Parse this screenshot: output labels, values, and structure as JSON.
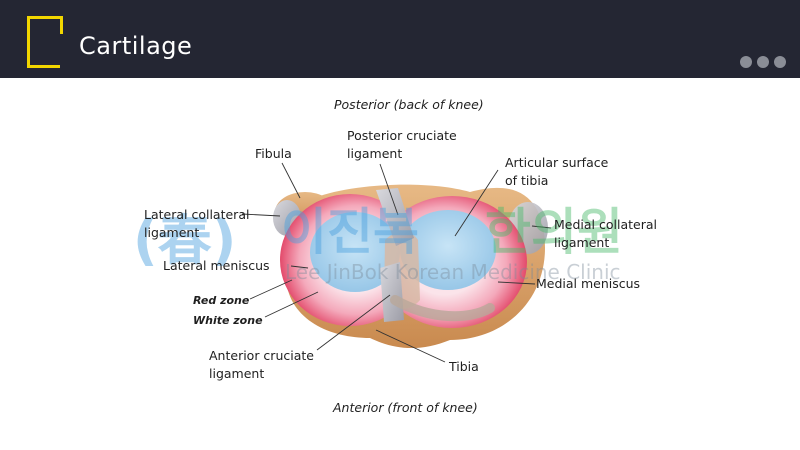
{
  "header": {
    "title": "Cartilage"
  },
  "diagram": {
    "orientation_top": "Posterior (back of knee)",
    "orientation_bottom": "Anterior (front of knee)",
    "labels": {
      "fibula": "Fibula",
      "pcl_1": "Posterior cruciate",
      "pcl_2": "ligament",
      "articular_1": "Articular surface",
      "articular_2": "of tibia",
      "lcl_1": "Lateral collateral",
      "lcl_2": "ligament",
      "mcl_1": "Medial collateral",
      "mcl_2": "ligament",
      "lateral_meniscus": "Lateral meniscus",
      "medial_meniscus": "Medial meniscus",
      "red_zone": "Red zone",
      "white_zone": "White zone",
      "acl_1": "Anterior cruciate",
      "acl_2": "ligament",
      "tibia": "Tibia"
    }
  },
  "watermark": {
    "logo_text": "(春)",
    "korean_1": "이진복",
    "korean_2": "한의원",
    "english": "Lee JinBok Korean Medicine Clinic"
  },
  "colors": {
    "header_bg": "#242633",
    "accent_yellow": "#f2d600",
    "meniscus_red": "#e8506e",
    "meniscus_white": "#f3c6d3",
    "cartilage_blue": "#a9d3ef",
    "bone": "#d8a46c",
    "ligament": "#b6b6bd"
  }
}
